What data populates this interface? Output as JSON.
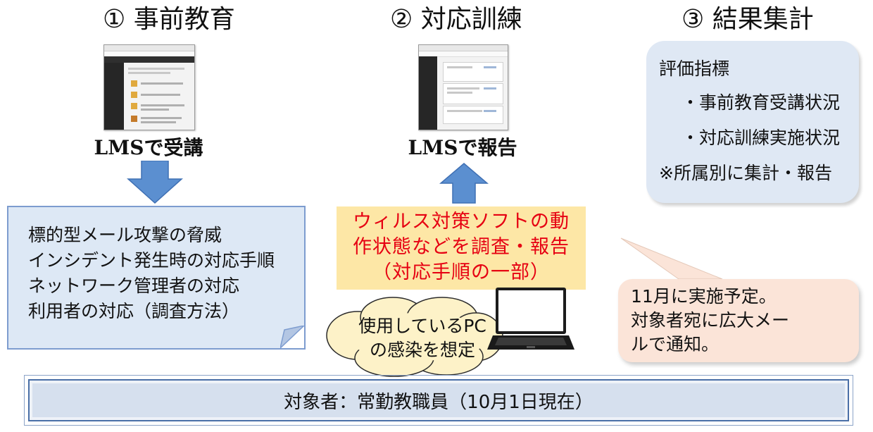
{
  "steps": [
    {
      "title": "① 事前教育",
      "caption": "LMSで受講"
    },
    {
      "title": "② 対応訓練",
      "caption": "LMSで報告"
    },
    {
      "title": "③ 結果集計"
    }
  ],
  "education_topics": [
    "標的型メール攻撃の脅威",
    "インシデント発生時の対応手順",
    "ネットワーク管理者の対応",
    "利用者の対応（調査方法）"
  ],
  "training_task": [
    "ウィルス対策ソフトの動",
    "作状態などを調査・報告",
    "（対応手順の一部）"
  ],
  "infection_thought": [
    "使用しているPC",
    "の感染を想定"
  ],
  "schedule_note": [
    "11月に実施予定。",
    "対象者宛に広大メー",
    "ルで通知。"
  ],
  "metrics": {
    "heading": "評価指標",
    "items": [
      "・事前教育受講状況",
      "・対応訓練実施状況"
    ],
    "note": "※所属別に集計・報告"
  },
  "target": "対象者：常勤教職員（10月1日現在）",
  "colors": {
    "arrow": "#5b8fd0",
    "note_fill": "#dde8f5",
    "task_fill": "#fde7a6",
    "task_text": "#e60012",
    "cloud_fill": "#fdf2c8",
    "callout_fill": "#fbe4d8"
  }
}
